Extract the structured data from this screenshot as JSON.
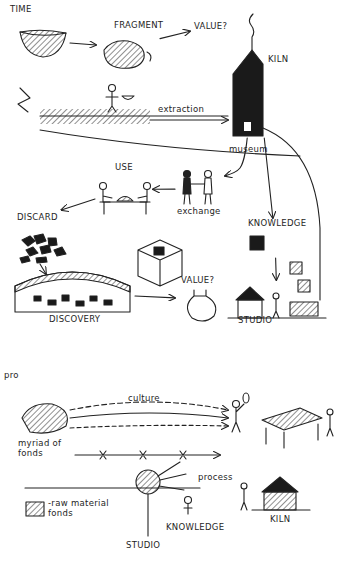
{
  "diagram": {
    "nodes": [
      {
        "text": [
          "FRAGMENT"
        ]
      },
      {
        "text": [
          "VALUE?"
        ]
      },
      {
        "text": [
          "KILN"
        ]
      },
      {
        "text": [
          "USE"
        ]
      },
      {
        "text": [
          "exchange"
        ]
      },
      {
        "text": [
          "KNOWLEDGE"
        ]
      },
      {
        "text": [
          "DISCARD"
        ]
      },
      {
        "text": [
          "DISCOVERY"
        ]
      },
      {
        "text": [
          "VALUE?"
        ]
      },
      {
        "text": [
          "STUDIO"
        ]
      }
    ],
    "edges": [
      {
        "from": 0,
        "to": 1,
        "arrow": "to"
      },
      {
        "from": 2,
        "to": 4,
        "label": "museum",
        "arrow": "to"
      },
      {
        "from": 4,
        "to": 3,
        "arrow": "to"
      },
      {
        "from": 2,
        "to": 5,
        "arrow": "to"
      },
      {
        "from": 5,
        "to": 9,
        "arrow": "to"
      },
      {
        "from": 3,
        "to": 6,
        "arrow": "to"
      },
      {
        "from": 7,
        "to": 8,
        "arrow": "to"
      }
    ],
    "labels": [
      "TIME",
      "extraction",
      "pro",
      "culture",
      "myriad of fonds",
      "process",
      "KNOWLEDGE",
      "KILN",
      "-raw material fonds",
      "STUDIO"
    ]
  }
}
